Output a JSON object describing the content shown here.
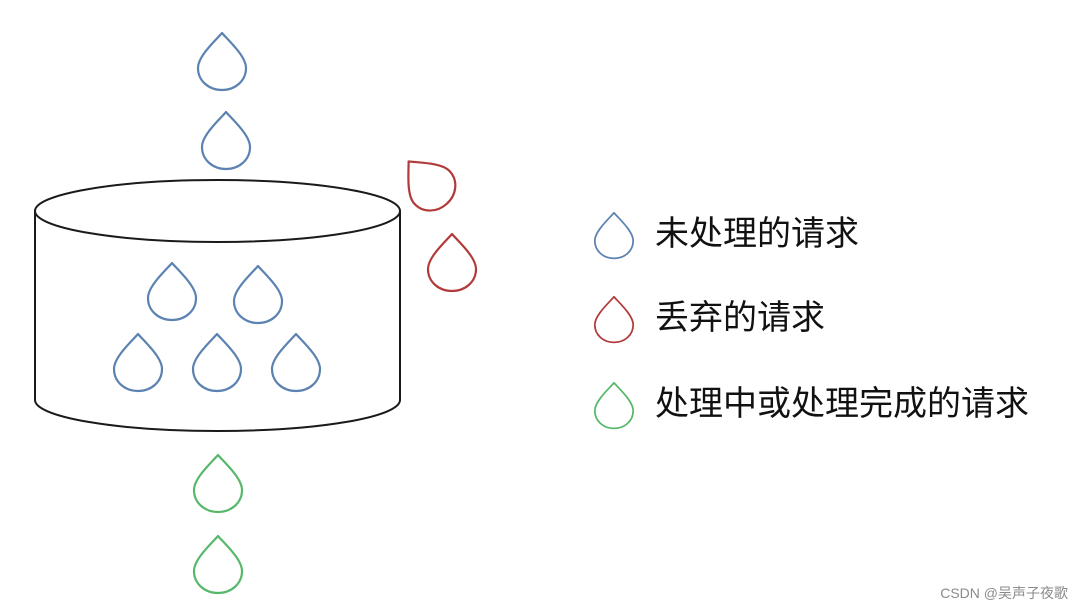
{
  "colors": {
    "pending": "#5b82b0",
    "dropped": "#b33a3a",
    "processed": "#57b86b",
    "bucket": "#1a1a1a"
  },
  "legend": {
    "items": [
      {
        "label": "未处理的请求",
        "color_key": "pending",
        "icon": "blue-drop-icon"
      },
      {
        "label": "丢弃的请求",
        "color_key": "dropped",
        "icon": "red-drop-icon"
      },
      {
        "label": "处理中或处理完成的请求",
        "color_key": "processed",
        "icon": "green-drop-icon"
      }
    ]
  },
  "watermark": "CSDN @吴声子夜歌"
}
